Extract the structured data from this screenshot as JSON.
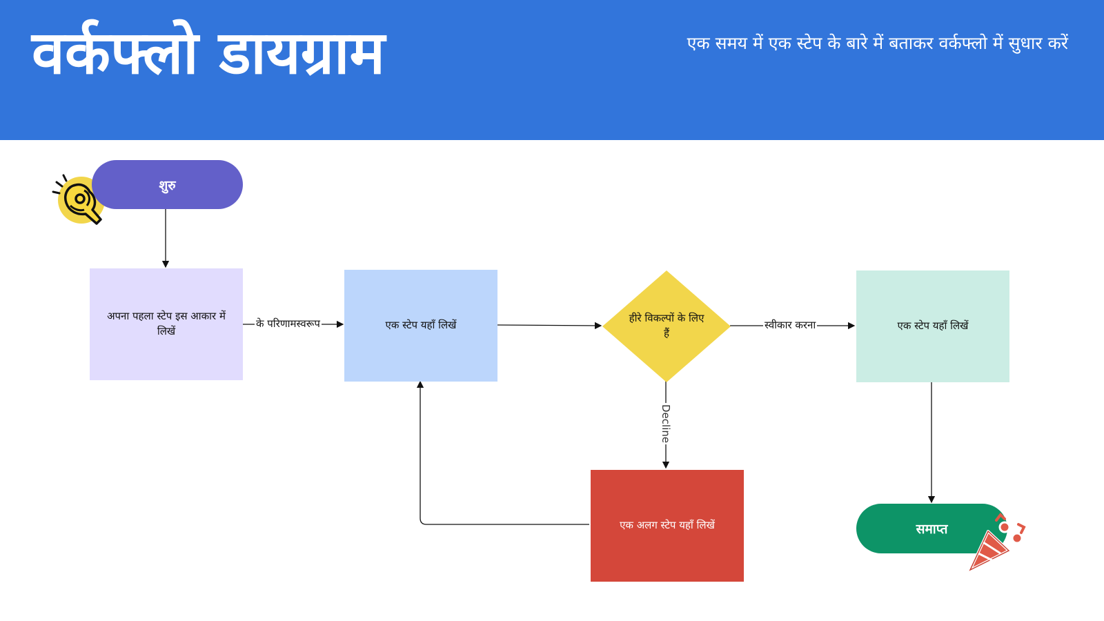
{
  "header": {
    "title": "वर्कफ्लो डायग्राम",
    "subtitle": "एक समय में एक स्टेप के बारे में बताकर वर्कफ्लो में सुधार करें"
  },
  "nodes": {
    "start": "शुरु",
    "step1": "अपना पहला स्टेप इस आकार में लिखें",
    "step2": "एक स्टेप यहाँ लिखें",
    "decision": "हीरे विकल्पों के लिए हैं",
    "step3": "एक स्टेप यहाँ लिखें",
    "alt_step": "एक अलग स्टेप यहाँ लिखें",
    "end": "समाप्त"
  },
  "edges": {
    "result_label": "के परिणामस्वरूप",
    "accept_label": "स्वीकार करना",
    "decline_label": "Decline"
  },
  "icons": {
    "start_sticker": "ok-hand-icon",
    "end_sticker": "party-popper-icon"
  },
  "colors": {
    "header": "#3275db",
    "start": "#6360c9",
    "step1": "#e1dcfe",
    "step2": "#bcd6fc",
    "decision": "#f2d64b",
    "step3": "#cbede4",
    "alt_step": "#d4473a",
    "end": "#0d9467"
  }
}
